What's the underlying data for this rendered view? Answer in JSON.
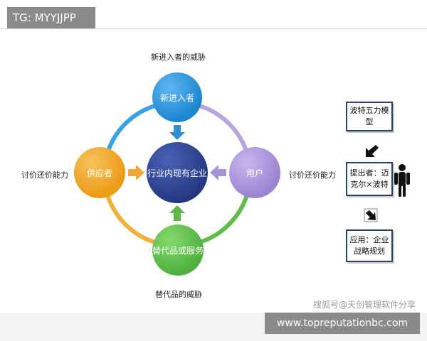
{
  "top_tag": "TG: MYYJJPP",
  "bottom_tag": "www.topreputationbc.com",
  "watermark": "搜狐号@天创管理软件分享",
  "diagram": {
    "nodes": {
      "top": "新进入者",
      "left": "供应者",
      "right": "用户",
      "bottom": "替代品或服务",
      "center": "行业内现有企业"
    },
    "labels": {
      "top": "新进入者的威胁",
      "left": "讨价还价能力",
      "right": "讨价还价能力",
      "bottom": "替代品的威胁"
    },
    "side_boxes": {
      "model": "波特五力模型",
      "author": "提出者：迈克尔×波特",
      "application": "应用：企业战略规划"
    }
  }
}
